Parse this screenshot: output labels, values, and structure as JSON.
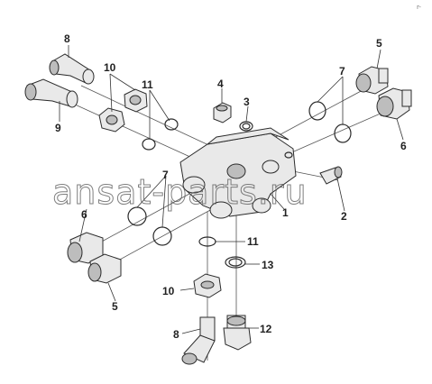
{
  "diagram": {
    "watermark": "ansat-parts.ru",
    "corner_mark": "r-",
    "callouts": [
      "1",
      "2",
      "3",
      "4",
      "5",
      "5",
      "6",
      "6",
      "7",
      "7",
      "8",
      "8",
      "9",
      "10",
      "10",
      "11",
      "11",
      "12",
      "13"
    ]
  }
}
